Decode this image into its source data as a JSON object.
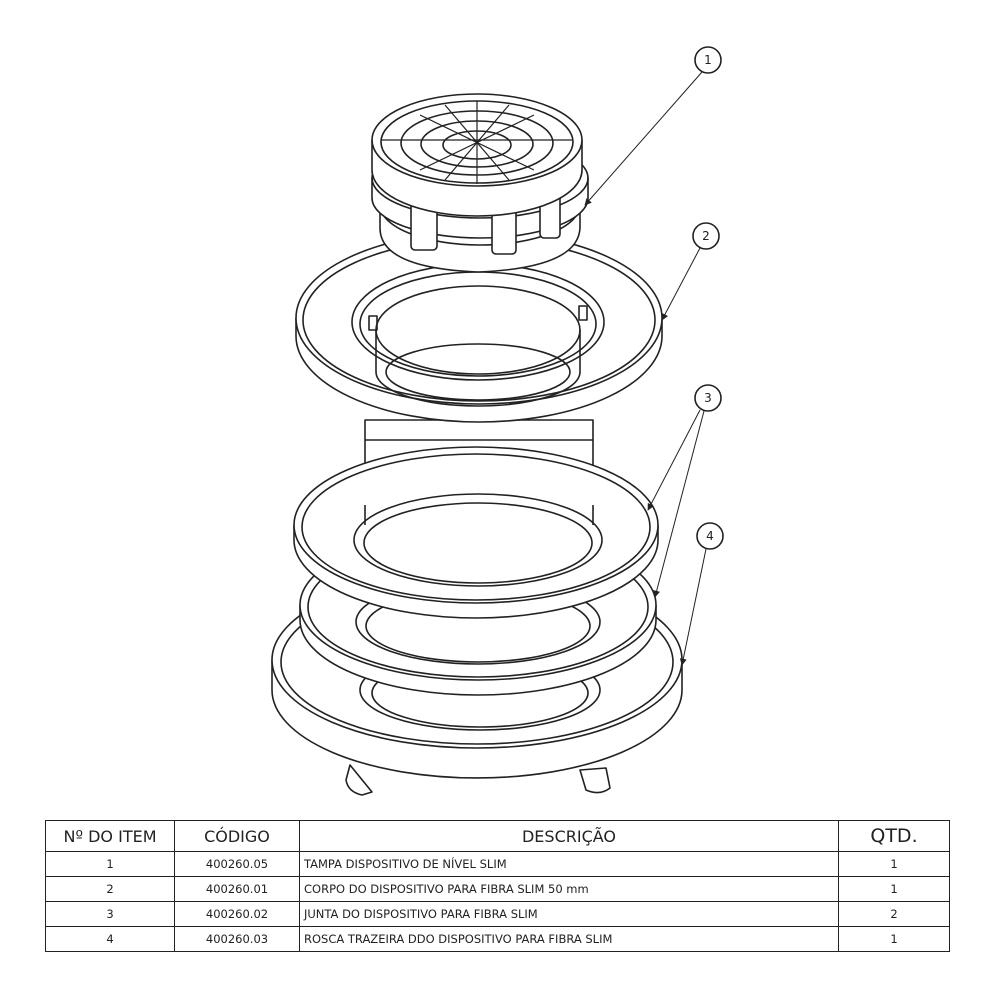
{
  "balloons": [
    {
      "label": "1",
      "target": "tampa"
    },
    {
      "label": "2",
      "target": "corpo"
    },
    {
      "label": "3",
      "target": "junta"
    },
    {
      "label": "4",
      "target": "rosca"
    }
  ],
  "bom": {
    "headers": {
      "item": "Nº DO ITEM",
      "code": "CÓDIGO",
      "desc": "DESCRIÇÃO",
      "qty": "QTD."
    },
    "rows": [
      {
        "item": "1",
        "code": "400260.05",
        "desc": "TAMPA DISPOSITIVO DE NÍVEL SLIM",
        "qty": "1"
      },
      {
        "item": "2",
        "code": "400260.01",
        "desc": "CORPO DO DISPOSITIVO PARA FIBRA SLIM 50 mm",
        "qty": "1"
      },
      {
        "item": "3",
        "code": "400260.02",
        "desc": "JUNTA DO DISPOSITIVO PARA FIBRA SLIM",
        "qty": "2"
      },
      {
        "item": "4",
        "code": "400260.03",
        "desc": "ROSCA TRAZEIRA DDO DISPOSITIVO PARA FIBRA SLIM",
        "qty": "1"
      }
    ]
  }
}
